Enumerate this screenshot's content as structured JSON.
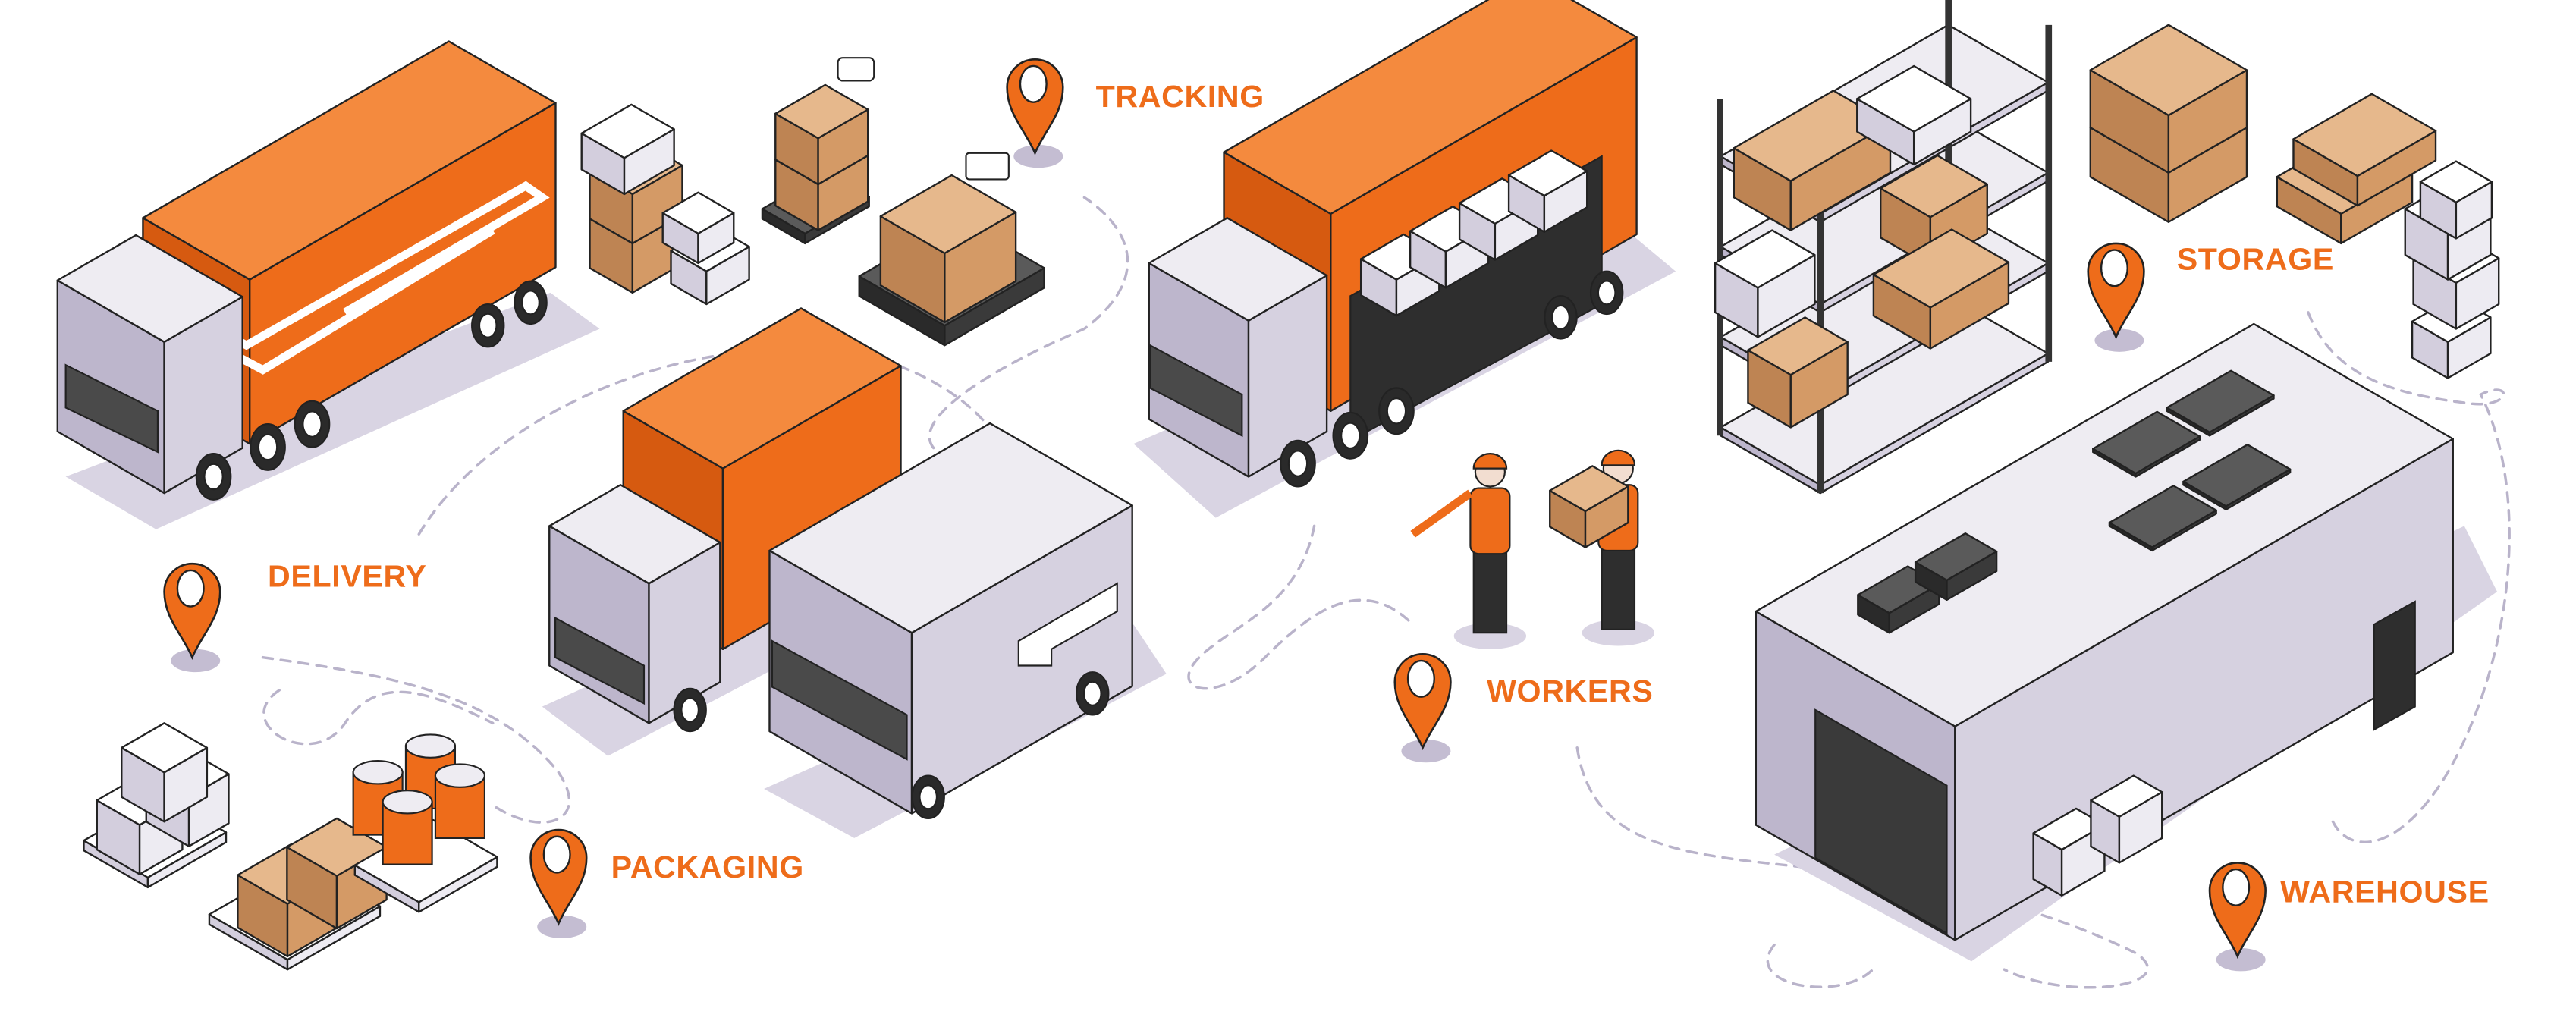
{
  "labels": {
    "tracking": "TRACKING",
    "delivery": "DELIVERY",
    "storage": "STORAGE",
    "workers": "WORKERS",
    "packaging": "PACKAGING",
    "warehouse": "WAREHOUSE"
  },
  "colors": {
    "accent": "#EE6C1A",
    "shadow": "#C4BDD2",
    "outline": "#222222",
    "cardboard": "#D49A66",
    "metal": "#D6D1E0"
  },
  "icons": [
    "map-pin-icon"
  ]
}
